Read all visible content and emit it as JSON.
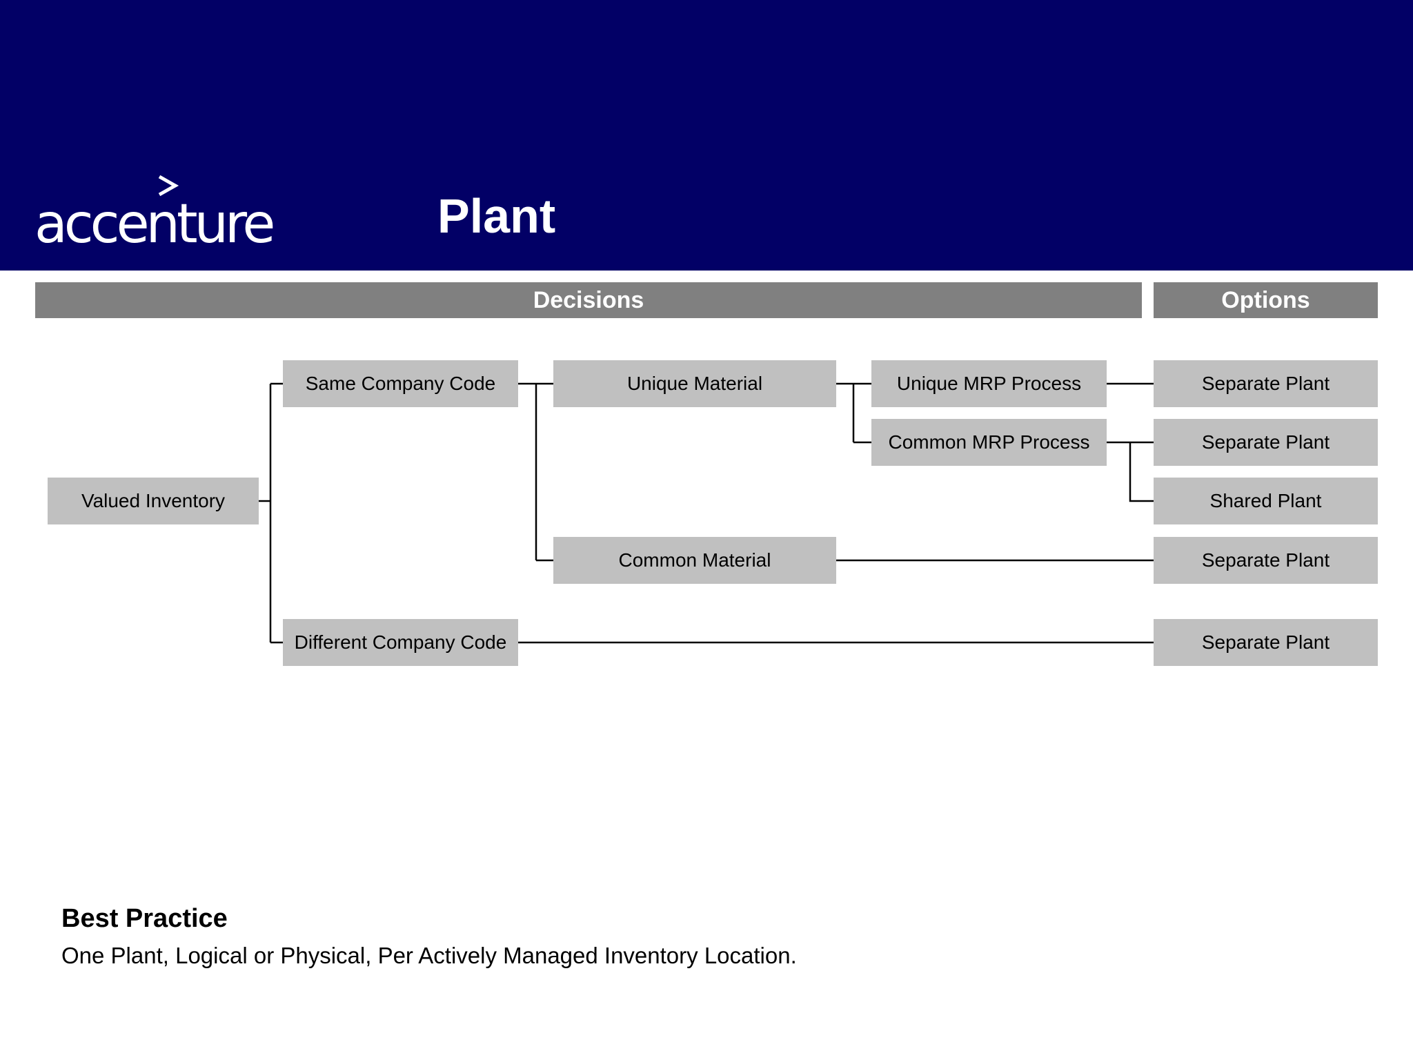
{
  "header": {
    "logo_text": "accenture",
    "title": "Plant",
    "background_color": "#020066"
  },
  "bands": {
    "decisions": "Decisions",
    "options": "Options"
  },
  "diagram": {
    "valued_inventory": "Valued Inventory",
    "same_company_code": "Same Company Code",
    "different_company_code": "Different Company Code",
    "unique_material": "Unique Material",
    "common_material": "Common Material",
    "unique_mrp_process": "Unique MRP Process",
    "common_mrp_process": "Common MRP Process",
    "options": [
      "Separate Plant",
      "Separate Plant",
      "Shared Plant",
      "Separate Plant",
      "Separate Plant"
    ]
  },
  "best_practice": {
    "heading": "Best Practice",
    "text": "One Plant, Logical or Physical, Per Actively Managed Inventory Location."
  },
  "colors": {
    "box_fill": "#c0c0c0",
    "band_fill": "#808080",
    "connector": "#000000"
  }
}
